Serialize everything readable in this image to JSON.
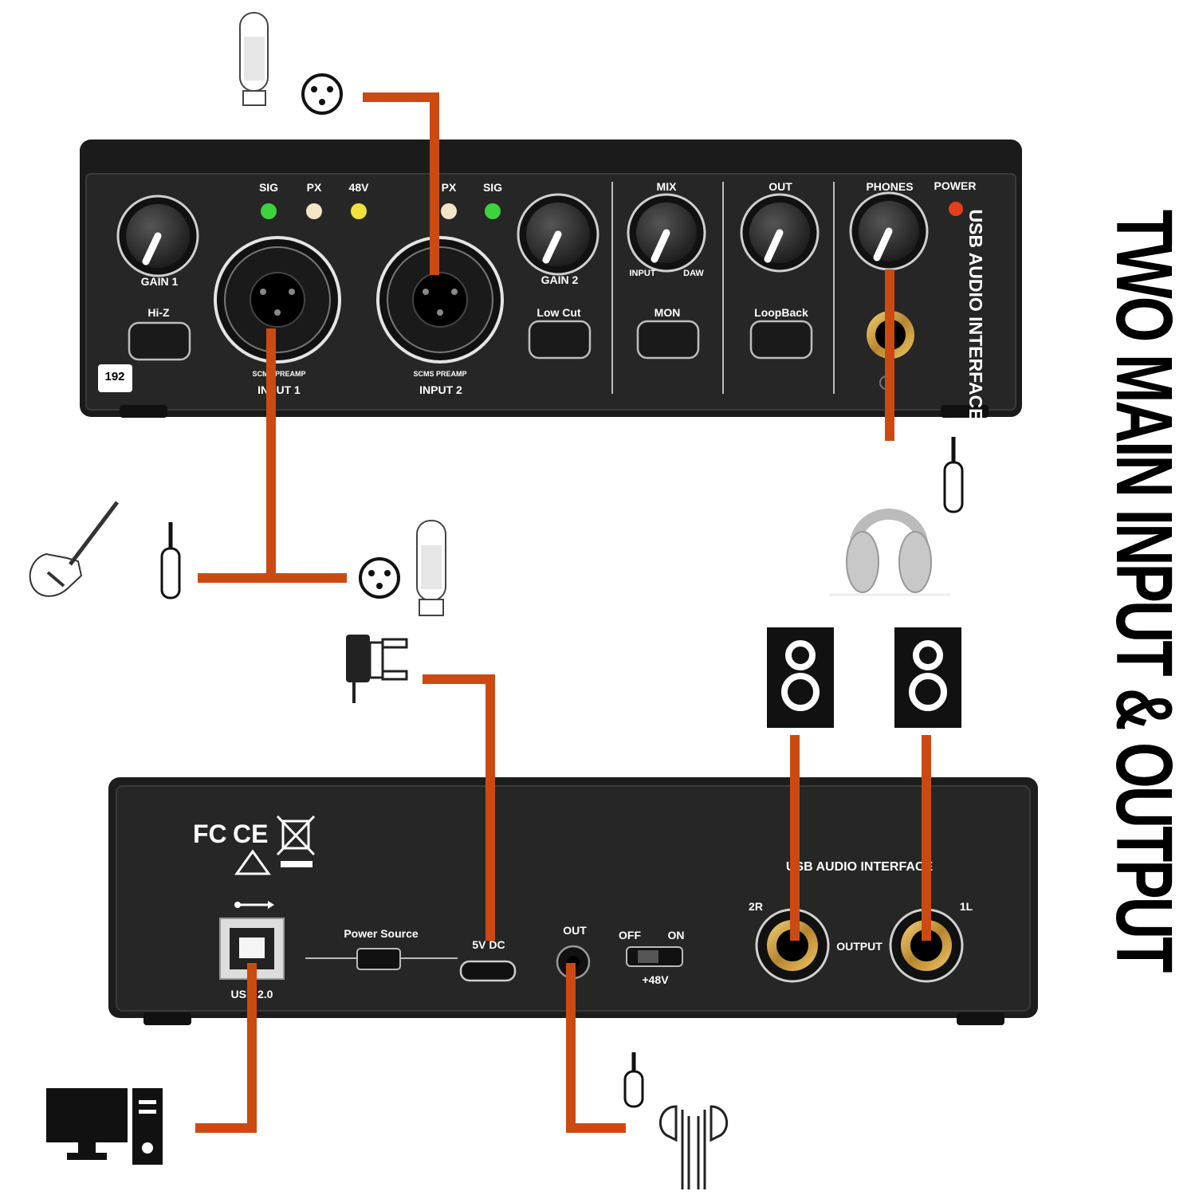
{
  "headline": "TWO MAIN INPUT & OUTPUT",
  "front_panel": {
    "leds": [
      "SIG",
      "PX",
      "48V",
      "PX",
      "SIG"
    ],
    "gain1": "GAIN 1",
    "gain2": "GAIN 2",
    "hiz": "Hi-Z",
    "lowcut": "Low Cut",
    "mix": "MIX",
    "mix_input": "INPUT",
    "mix_daw": "DAW",
    "mon": "MON",
    "out": "OUT",
    "loopback": "LoopBack",
    "phones": "PHONES",
    "power": "POWER",
    "input1": "INPUT 1",
    "input2": "INPUT 2",
    "preamp": "SCMS PREAMP",
    "badge": "192",
    "brand": "USB AUDIO INTERFACE"
  },
  "rear_panel": {
    "title": "USB AUDIO INTERFACE",
    "usb": "USB 2.0",
    "power_source": "Power Source",
    "dc": "5V DC",
    "out": "OUT",
    "off": "OFF",
    "on": "ON",
    "phantom": "+48V",
    "right": "2R",
    "left": "1L",
    "output": "OUTPUT",
    "cert_fc": "FC",
    "cert_ce": "CE"
  },
  "colors": {
    "cable": "#cc4a12",
    "panel": "#222222",
    "led_green": "#3fd23f",
    "led_yellow": "#f1e23a",
    "led_power": "#e2401c"
  },
  "icons": [
    "microphone-icon",
    "xlr-connector-icon",
    "guitar-icon",
    "jack-plug-icon",
    "headphones-icon",
    "speaker-icon",
    "power-adapter-icon",
    "computer-icon",
    "earbuds-icon"
  ]
}
